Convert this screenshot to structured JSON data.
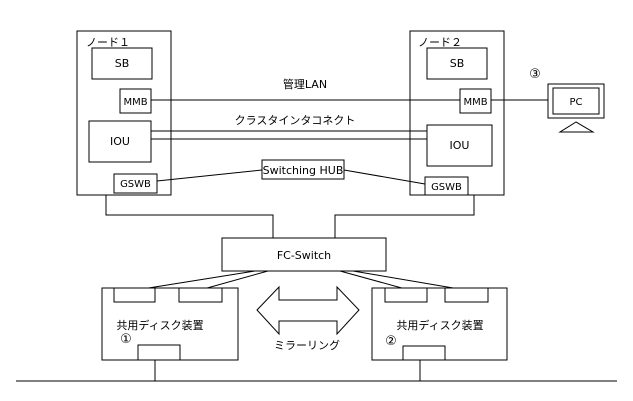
{
  "nodes": {
    "node1": {
      "label": "ノード１",
      "sb": "SB",
      "mmb": "MMB",
      "iou": "IOU",
      "gswb": "GSWB"
    },
    "node2": {
      "label": "ノード２",
      "sb": "SB",
      "mmb": "MMB",
      "iou": "IOU",
      "gswb": "GSWB"
    }
  },
  "links": {
    "mgmt_lan": "管理LAN",
    "interconnect": "クラスタインタコネクト"
  },
  "switching_hub": "Switching HUB",
  "pc": {
    "label": "PC",
    "marker": "③"
  },
  "fc_switch": "FC-Switch",
  "disks": {
    "disk1": {
      "label": "共用ディスク装置",
      "marker": "①"
    },
    "disk2": {
      "label": "共用ディスク装置",
      "marker": "②"
    }
  },
  "mirroring": "ミラーリング",
  "colors": {
    "stroke": "#000000",
    "fill": "#ffffff"
  }
}
